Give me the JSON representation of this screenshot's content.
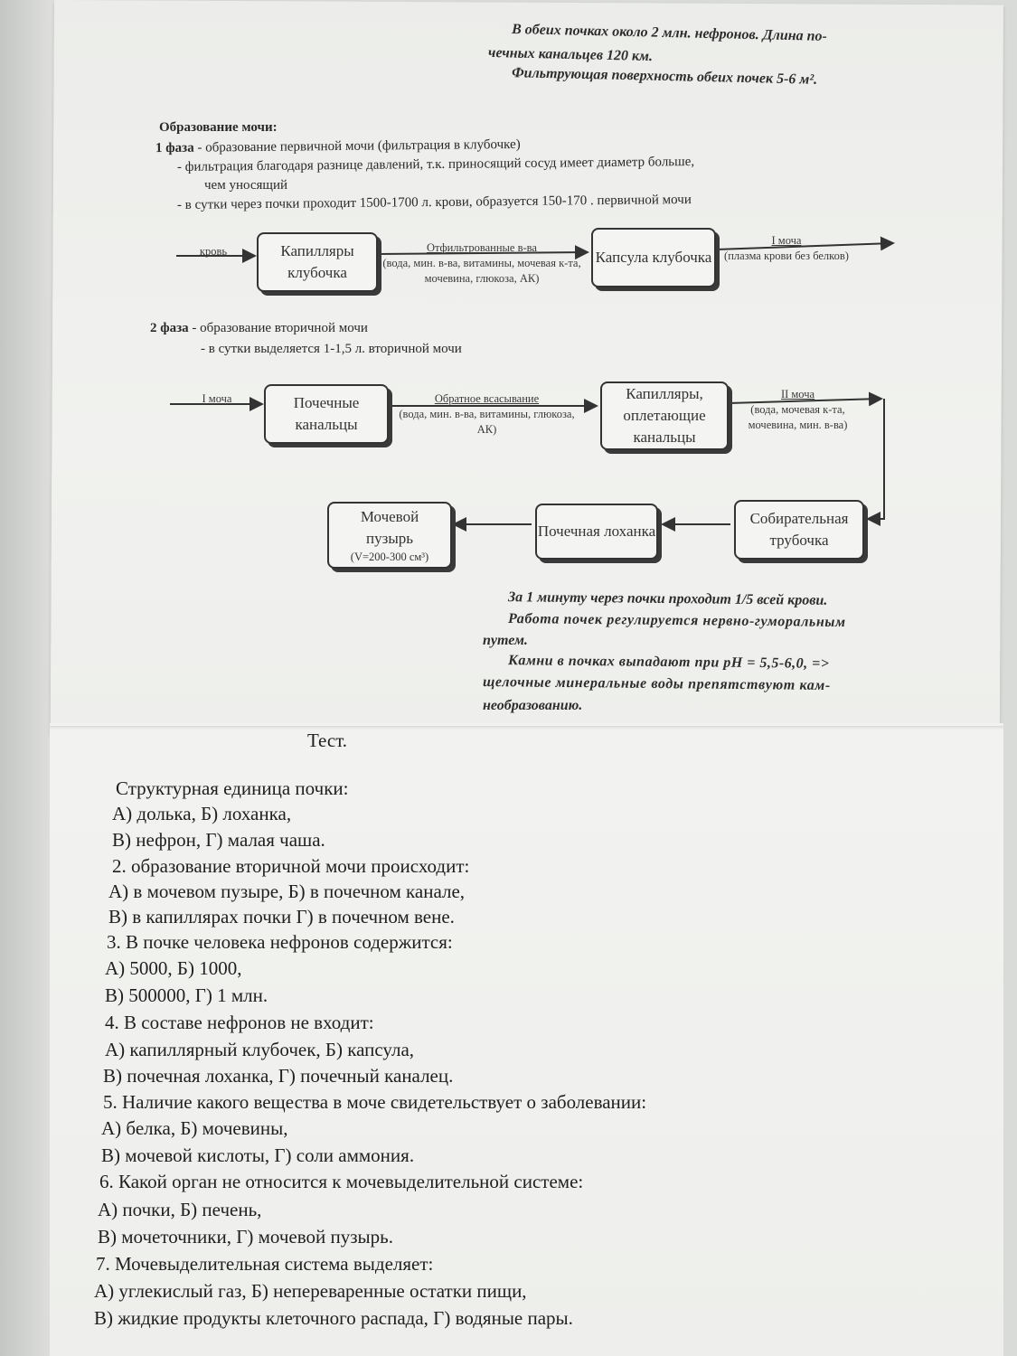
{
  "top_notes": {
    "line1": "В обеих почках около 2 млн. нефронов. Длина по-",
    "line2": "чечных канальцев 120 км.",
    "line3": "Фильтрующая поверхность обеих почек 5-6 м²."
  },
  "section": {
    "title": "Образование мочи:",
    "phase1_num": "1 фаза",
    "phase1_text": "- образование первичной мочи (фильтрация в клубочке)",
    "bullet1": "-     фильтрация благодаря разнице давлений, т.к. приносящий сосуд имеет диаметр больше,",
    "bullet1b": "чем уносящий",
    "bullet2": "-     в сутки через почки проходит 1500-1700 л. крови, образуется 150-170 . первичной мочи",
    "phase2_num": "2 фаза",
    "phase2_text": "- образование вторичной мочи",
    "bullet3": "-     в сутки выделяется 1-1,5 л. вторичной мочи"
  },
  "diagram1": {
    "in_label": "кровь",
    "box1": "Капилляры клубочка",
    "mid_label_head": "Отфильтрованные в-ва",
    "mid_label_body": "(вода, мин. в-ва, витамины, мочевая к-та, мочевина, глюкоза, АК)",
    "box2": "Капсула клубочка",
    "out_label_head": "I моча",
    "out_label_body": "(плазма крови без белков)"
  },
  "diagram2": {
    "in_label": "I моча",
    "box1": "Почечные канальцы",
    "mid_label_head": "Обратное всасывание",
    "mid_label_body": "(вода, мин. в-ва, витамины, глюкоза, АК)",
    "box2": "Капилляры, оплетающие канальцы",
    "out_label_head": "II моча",
    "out_label_body": "(вода, мочевая к-та, мочевина, мин. в-ва)",
    "box3": "Собирательная трубочка",
    "box4": "Почечная лоханка",
    "box5": "Мочевой пузырь",
    "box5_sub": "(V=200-300 см³)"
  },
  "bottom_notes": {
    "line1": "За 1 минуту через почки проходит 1/5 всей крови.",
    "line2": "Работа почек регулируется нервно-гуморальным",
    "line3": "путем.",
    "line4": "Камни в почках выпадают при pH = 5,5-6,0, =>",
    "line5": "щелочные минеральные воды препятствуют кам-",
    "line6": "необразованию."
  },
  "test": {
    "title": "Тест.",
    "lines": [
      "Структурная единица почки:",
      "А) долька,        Б) лоханка,",
      "В) нефрон,       Г) малая чаша.",
      " 2. образование  вторичной мочи происходит:",
      "А) в мочевом пузыре,    Б) в почечном канале,",
      "В) в капиллярах почки     Г) в почечном вене.",
      "3. В почке человека нефронов содержится:",
      "А) 5000,             Б) 1000,",
      "В) 500000,         Г) 1 млн.",
      "4. В составе нефронов не входит:",
      "А) капиллярный клубочек,   Б) капсула,",
      "В) почечная лоханка,     Г) почечный каналец.",
      "5. Наличие какого вещества в моче свидетельствует о заболевании:",
      "А) белка,                       Б) мочевины,",
      "В) мочевой кислоты,         Г) соли аммония.",
      "6.  Какой орган не относится к мочевыделительной системе:",
      "А) почки,                        Б) печень,",
      "В) мочеточники,              Г) мочевой пузырь.",
      "7. Мочевыделительная система выделяет:",
      "А) углекислый газ,       Б) непереваренные остатки пищи,",
      "В) жидкие продукты клеточного распада,    Г) водяные пары."
    ]
  }
}
